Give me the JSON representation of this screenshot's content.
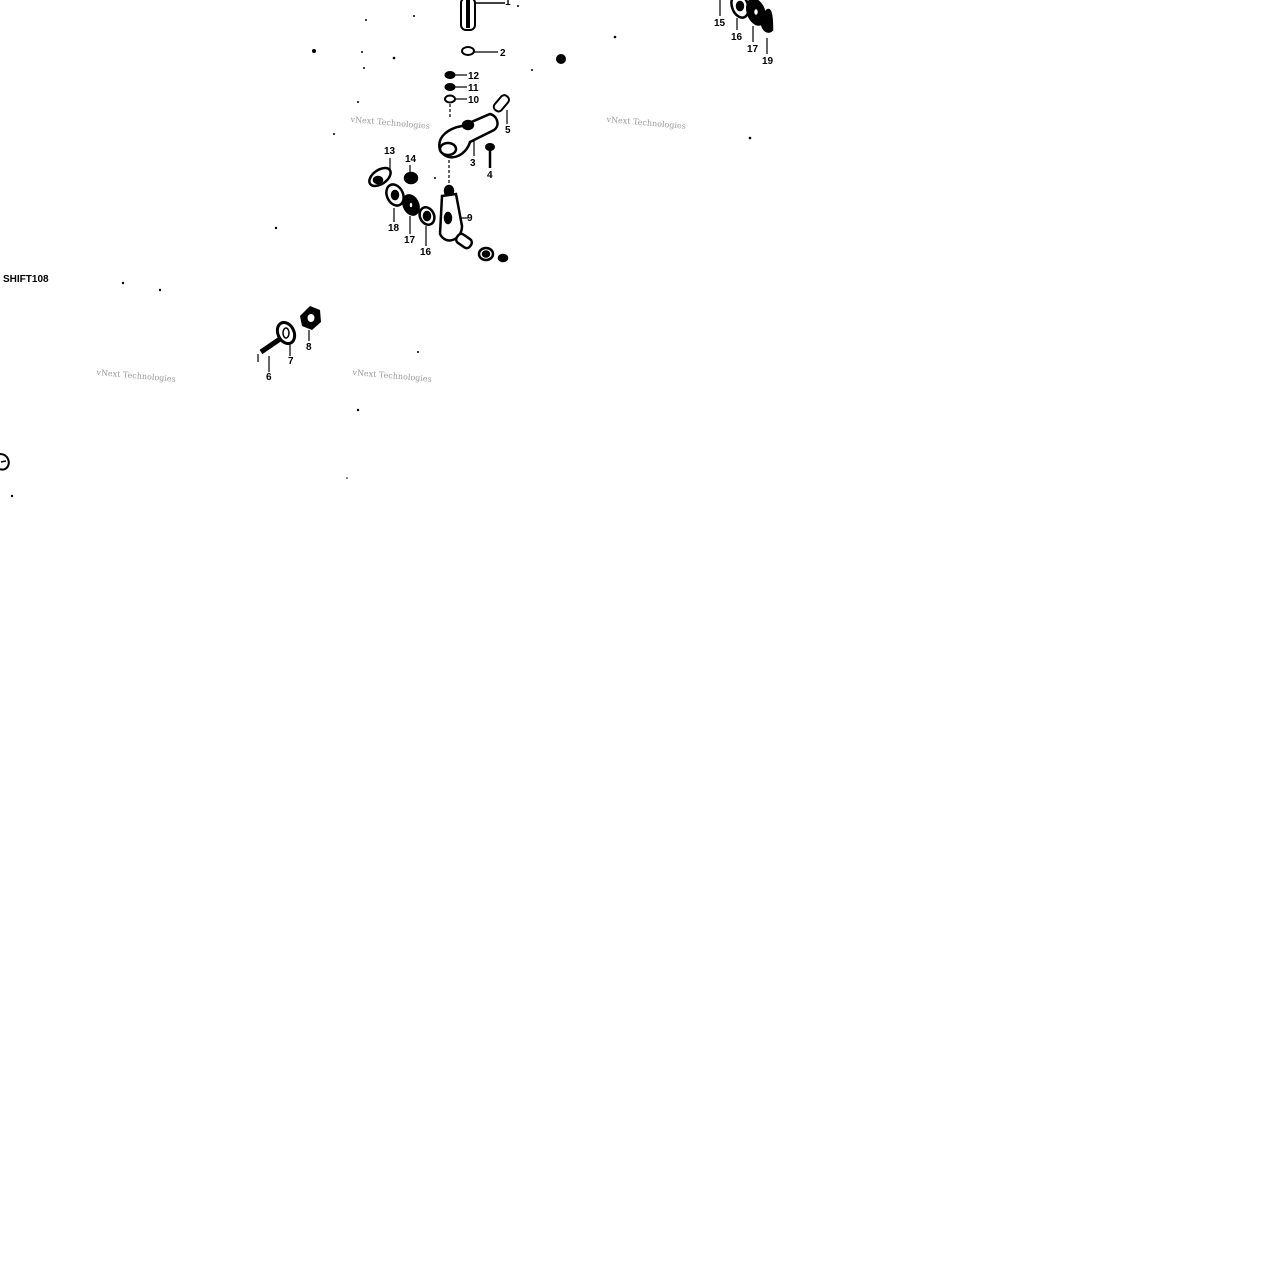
{
  "diagram_code": "SHIFT108",
  "watermark": "vNext Technologies",
  "callouts": [
    "1",
    "2",
    "3",
    "4",
    "5",
    "6",
    "7",
    "8",
    "9",
    "10",
    "11",
    "12",
    "13",
    "14",
    "15",
    "16",
    "17",
    "18",
    "19"
  ],
  "colors": {
    "ink": "#000000",
    "paper": "#ffffff",
    "watermark": "#9a9a9a"
  }
}
